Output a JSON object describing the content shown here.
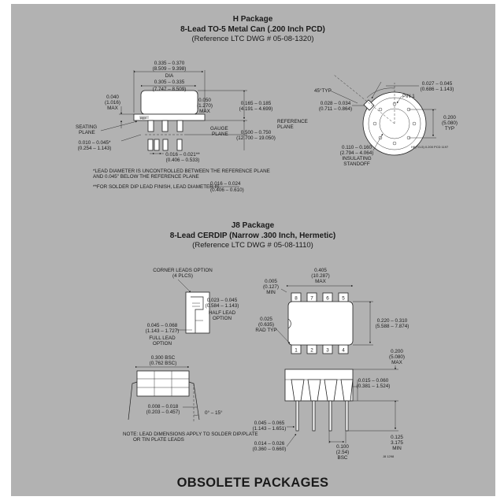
{
  "h_package": {
    "title": "H Package",
    "subtitle": "8-Lead TO-5 Metal Can (.200 Inch PCD)",
    "reference": "(Reference LTC DWG # 05-08-1320)",
    "dims": {
      "dia_in": "0.335 – 0.370",
      "dia_mm": "(8.509 – 9.398)",
      "dia": "DIA",
      "body_in": "0.305 – 0.335",
      "body_mm": "(7.747 – 8.509)",
      "left_h_in": "0.040",
      "left_h_mm": "(1.016)",
      "left_h_max": "MAX",
      "flange_in": "0.050",
      "flange_mm": "(1.270)",
      "flange_max": "MAX",
      "height_in": "0.165 – 0.185",
      "height_mm": "(4.191 – 4.699)",
      "seating_1": "SEATING",
      "seating_2": "PLANE",
      "lead_step_in": "0.010 – 0.045*",
      "lead_step_mm": "(0.254 – 1.143)",
      "gauge_1": "GAUGE",
      "gauge_2": "PLANE",
      "lead_len_in": "0.500 – 0.750",
      "lead_len_mm": "(12.700 – 19.050)",
      "lead_dia_in": "0.016 – 0.021**",
      "lead_dia_mm": "(0.406 – 0.533)",
      "angle": "45°TYP",
      "tab_w_in": "0.027 – 0.045",
      "tab_w_mm": "(0.686 – 1.143)",
      "pin1": "PIN 1",
      "tab_l_in": "0.028 – 0.034",
      "tab_l_mm": "(0.711 – 0.864)",
      "ref_1": "REFERENCE",
      "ref_2": "PLANE",
      "pcd_in": "0.200",
      "pcd_mm": "(5.080)",
      "pcd_typ": "TYP",
      "stand_in": "0.110 – 0.160",
      "stand_mm": "(2.794 – 4.064)",
      "stand_1": "INSULATING",
      "stand_2": "STANDOFF",
      "code": "H8(TO-5) 0.200 PCD 1197"
    },
    "note1_a": "*LEAD DIAMETER IS UNCONTROLLED BETWEEN THE REFERENCE PLANE",
    "note1_b": "AND 0.045\" BELOW THE REFERENCE PLANE",
    "note2": "**FOR SOLDER DIP LEAD FINISH, LEAD DIAMETER IS",
    "note2_in": "0.016 – 0.024",
    "note2_mm": "(0.406 – 0.610)"
  },
  "j8_package": {
    "title": "J8 Package",
    "subtitle": "8-Lead CERDIP (Narrow .300 Inch, Hermetic)",
    "reference": "(Reference LTC DWG # 05-08-1110)",
    "dims": {
      "corner_1": "CORNER LEADS OPTION",
      "corner_2": "(4 PLCS)",
      "half_in": "0.023 – 0.045",
      "half_mm": "(0.584 – 1.143)",
      "half_1": "HALF LEAD",
      "half_2": "OPTION",
      "full_in": "0.045 – 0.068",
      "full_mm": "(1.143 – 1.727)",
      "full_1": "FULL LEAD",
      "full_2": "OPTION",
      "bsc_in": "0.300 BSC",
      "bsc_mm": "(0.762 BSC)",
      "thick_in": "0.008 – 0.018",
      "thick_mm": "(0.203 – 0.457)",
      "angle": "0° – 15°",
      "note_a": "NOTE: LEAD DIMENSIONS APPLY TO SOLDER DIP/PLATE",
      "note_b": "OR TIN PLATE LEADS",
      "gap_in": "0.005",
      "gap_mm": "(0.127)",
      "gap_min": "MIN",
      "len_in": "0.405",
      "len_mm": "(10.287)",
      "len_max": "MAX",
      "rad_in": "0.025",
      "rad_mm": "(0.635)",
      "rad_typ": "RAD TYP",
      "width_in": "0.220 – 0.310",
      "width_mm": "(5.588 – 7.874)",
      "height_in": "0.200",
      "height_mm": "(5.080)",
      "height_max": "MAX",
      "shoulder_in": "0.015 – 0.060",
      "shoulder_mm": "(0.381 – 1.524)",
      "wide_in": "0.045 – 0.065",
      "wide_mm": "(1.143 – 1.651)",
      "narrow_in": "0.014 – 0.026",
      "narrow_mm": "(0.360 – 0.660)",
      "pitch_in": "0.100",
      "pitch_mm": "(2.54)",
      "pitch_bsc": "BSC",
      "lead_in": "0.125",
      "lead_mm": "3.175",
      "lead_min": "MIN",
      "code": "J8 1298"
    },
    "pins_top": [
      "8",
      "7",
      "6",
      "5"
    ],
    "pins_bottom": [
      "1",
      "2",
      "3",
      "4"
    ]
  },
  "footer": "OBSOLETE PACKAGES"
}
